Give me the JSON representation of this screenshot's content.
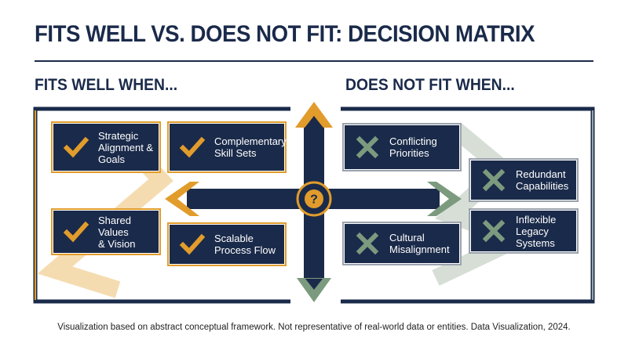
{
  "title": "FITS WELL VS. DOES NOT FIT: DECISION MATRIX",
  "left_heading": "FITS WELL WHEN...",
  "right_heading": "DOES NOT FIT WHEN...",
  "center_symbol": "?",
  "fits_well": [
    {
      "label": "Strategic\nAlignment &\nGoals",
      "icon": "checkmark-icon"
    },
    {
      "label": "Complementary\nSkill Sets",
      "icon": "checkmark-icon"
    },
    {
      "label": "Shared Values\n& Vision",
      "icon": "checkmark-icon"
    },
    {
      "label": "Scalable\nProcess Flow",
      "icon": "checkmark-icon"
    }
  ],
  "does_not_fit": [
    {
      "label": "Conflicting\nPriorities",
      "icon": "x-mark-icon"
    },
    {
      "label": "Redundant\nCapabilities",
      "icon": "x-mark-icon"
    },
    {
      "label": "Inflexible\nLegacy\nSystems",
      "icon": "x-mark-icon"
    },
    {
      "label": "Cultural\nMisalignment",
      "icon": "x-mark-icon"
    }
  ],
  "footnote": "Visualization based on abstract conceptual framework. Not representative of real-world data or entities. Data Visualization, 2024.",
  "colors": {
    "navy": "#1a2a4a",
    "orange": "#e19c2c",
    "sage": "#7c9a7e",
    "light_orange": "#f5dcb0",
    "light_sage": "#d6ded6"
  }
}
